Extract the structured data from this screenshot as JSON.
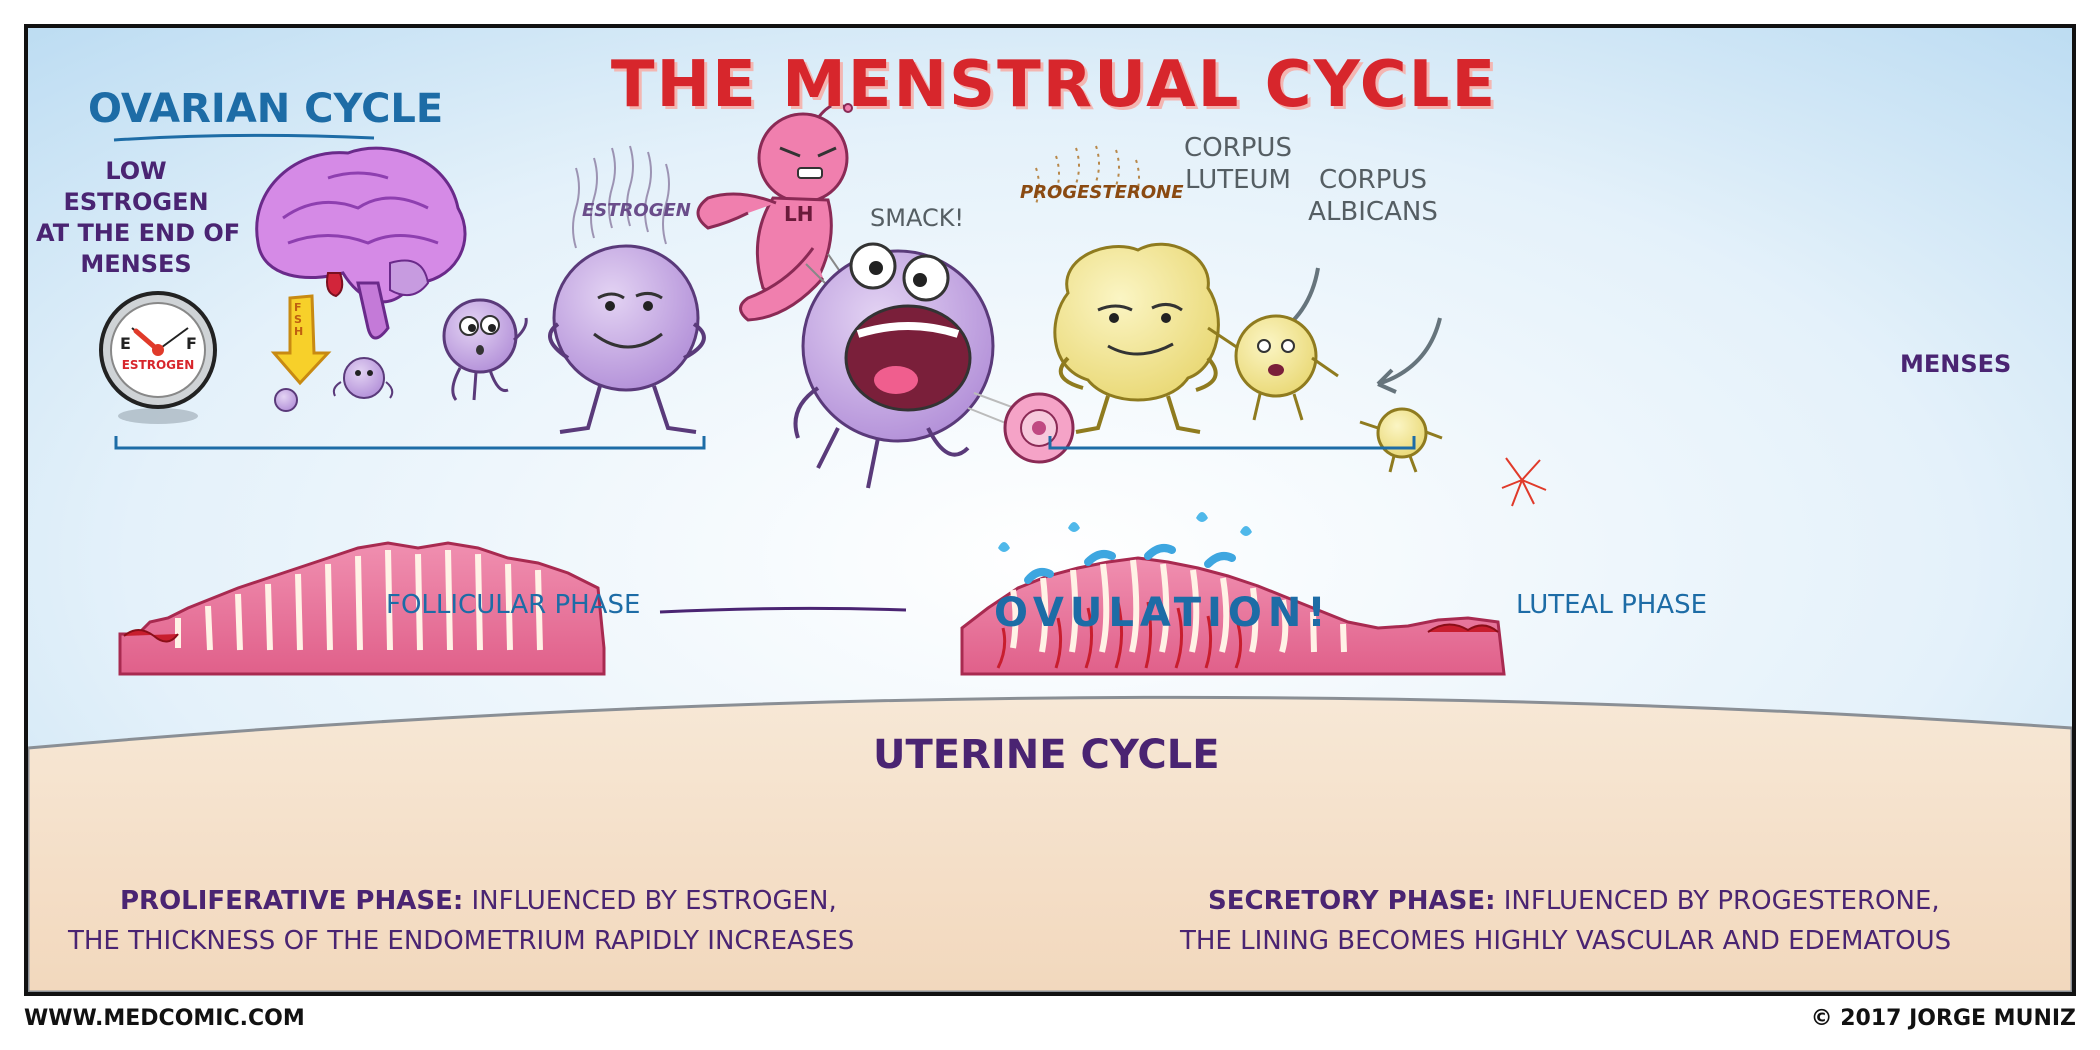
{
  "title": "THE MENSTRUAL CYCLE",
  "ovarian": {
    "heading": "OVARIAN CYCLE",
    "low_estrogen": [
      "LOW",
      "ESTROGEN",
      "AT THE END OF",
      "MENSES"
    ],
    "gauge": {
      "empty_label": "E",
      "full_label": "F",
      "label": "ESTROGEN"
    },
    "fsh_label": "FSH",
    "estrogen_label": "ESTROGEN",
    "lh_label": "LH",
    "smack": "SMACK!",
    "progesterone_label": "PROGESTERONE",
    "corpus_luteum": [
      "CORPUS",
      "LUTEUM"
    ],
    "corpus_albicans": [
      "CORPUS",
      "ALBICANS"
    ],
    "menses": "MENSES",
    "follicular_phase": "FOLLICULAR PHASE",
    "ovulation": "OVULATION!",
    "luteal_phase": "LUTEAL PHASE"
  },
  "uterine": {
    "heading": "UTERINE CYCLE",
    "proliferative": {
      "term": "PROLIFERATIVE PHASE:",
      "line1_rest": " INFLUENCED BY ESTROGEN,",
      "line2": "THE THICKNESS OF THE ENDOMETRIUM RAPIDLY INCREASES"
    },
    "secretory": {
      "term": "SECRETORY PHASE:",
      "line1_rest": " INFLUENCED BY PROGESTERONE,",
      "line2": "THE LINING BECOMES HIGHLY VASCULAR AND EDEMATOUS"
    }
  },
  "footer": {
    "website": "WWW.MEDCOMIC.COM",
    "copyright": "© 2017 JORGE MUNIZ"
  },
  "colors": {
    "title_red": "#d7262c",
    "heading_blue": "#1d6ca6",
    "text_purple": "#4a2472",
    "follicle_purple": "#c9aee6",
    "lh_pink": "#f07fae",
    "corpus_yellow": "#f2e58c",
    "endometrium_pink": "#e8698f",
    "sky_blue": "#cfe7f7",
    "uterine_beige": "#f5e0c6"
  }
}
